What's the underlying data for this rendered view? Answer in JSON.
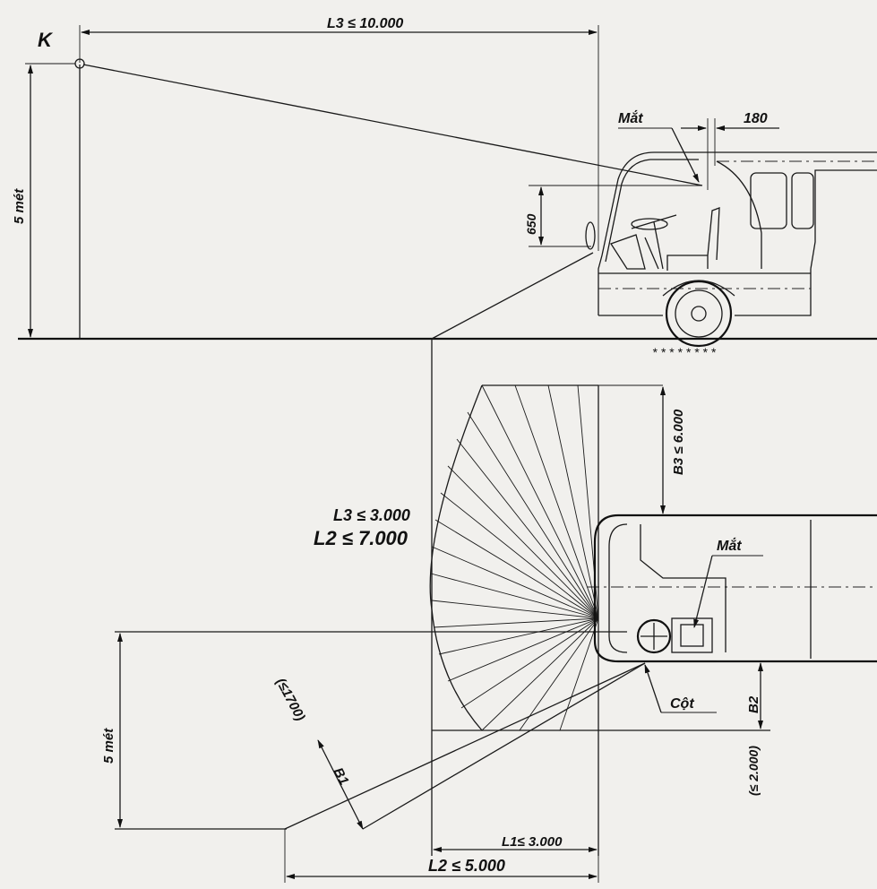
{
  "side_view": {
    "point_label": "K",
    "dim_L3_top": "L3 ≤ 10.000",
    "dim_height": "5 mét",
    "dim_eye_height": "650",
    "dim_eye_offset": "180",
    "eye_label": "Mắt"
  },
  "top_view": {
    "dim_B3": "B3 ≤ 6.000",
    "note_L3": "L3 ≤ 3.000",
    "note_L2": "L2 ≤ 7.000",
    "eye_label": "Mắt",
    "pillar_label": "Cột",
    "dim_B2": "B2",
    "dim_B2_limit": "(≤ 2.000)",
    "dim_height": "5 mét",
    "dim_B1": "B1",
    "dim_B1_limit": "(≤1700)",
    "dim_L1": "L1≤ 3.000",
    "dim_L2": "L2 ≤ 5.000"
  }
}
